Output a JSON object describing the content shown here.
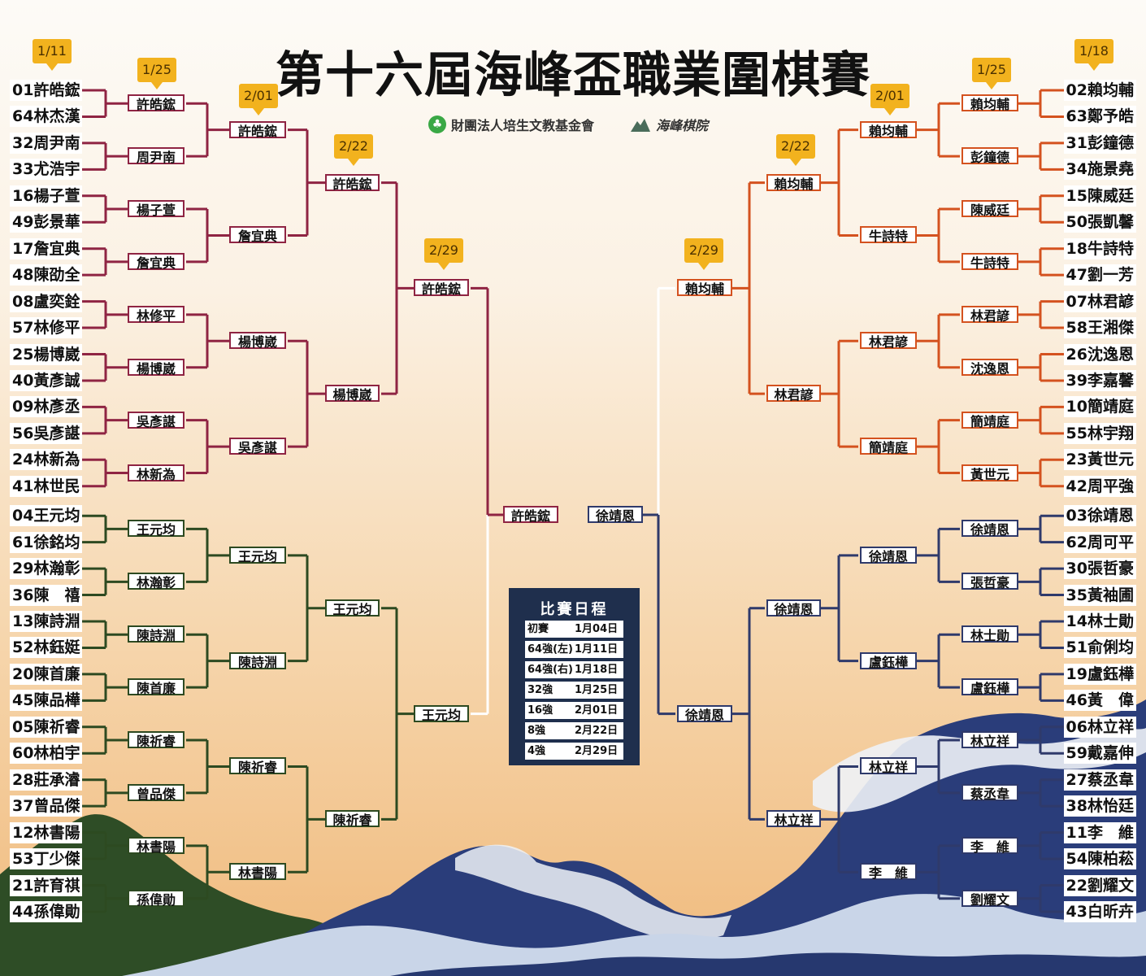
{
  "title": "第十六屆海峰盃職業圍棋賽",
  "sponsors": [
    {
      "name": "財團法人培生文教基金會",
      "icon": "clover-icon"
    },
    {
      "name": "海峰棋院",
      "icon": "mountain-logo-icon"
    }
  ],
  "colors": {
    "top_left": "#8f2443",
    "top_right": "#d4521f",
    "bottom_left": "#2d4a21",
    "bottom_right": "#2f3a6b",
    "champion_path_left": "#8f2443",
    "date_tag": "#f2b21e",
    "schedule_bg": "#1f2f4d"
  },
  "date_tags": {
    "left": [
      "1/11",
      "1/25",
      "2/01",
      "2/22",
      "2/29"
    ],
    "right": [
      "1/18",
      "1/25",
      "2/01",
      "2/22",
      "2/29"
    ]
  },
  "left_players": [
    "01許皓鋐",
    "64林杰漢",
    "32周尹南",
    "33尤浩宇",
    "16楊子萱",
    "49彭景華",
    "17詹宜典",
    "48陳劭全",
    "08盧奕銓",
    "57林修平",
    "25楊博崴",
    "40黃彥誠",
    "09林彥丞",
    "56吳彥諶",
    "24林新為",
    "41林世民",
    "04王元均",
    "61徐銘均",
    "29林瀚彰",
    "36陳　禧",
    "13陳詩淵",
    "52林鈺娗",
    "20陳首廉",
    "45陳品樺",
    "05陳祈睿",
    "60林柏宇",
    "28莊承濬",
    "37曾品傑",
    "12林書陽",
    "53丁少傑",
    "21許育祺",
    "44孫偉勛"
  ],
  "right_players": [
    "02賴均輔",
    "63鄭予皓",
    "31彭鐘德",
    "34施景堯",
    "15陳威廷",
    "50張凱馨",
    "18牛詩特",
    "47劉一芳",
    "07林君諺",
    "58王湘傑",
    "26沈逸恩",
    "39李嘉馨",
    "10簡靖庭",
    "55林宇翔",
    "23黃世元",
    "42周平強",
    "03徐靖恩",
    "62周可平",
    "30張哲豪",
    "35黃袖圃",
    "14林士勛",
    "51俞俐均",
    "19盧鈺樺",
    "46黃　偉",
    "06林立祥",
    "59戴嘉伸",
    "27蔡丞韋",
    "38林怡廷",
    "11李　維",
    "54陳柏菘",
    "22劉耀文",
    "43白昕卉"
  ],
  "left_rounds": {
    "r32": [
      "許皓鋐",
      "周尹南",
      "楊子萱",
      "詹宜典",
      "林修平",
      "楊博崴",
      "吳彥諶",
      "林新為",
      "王元均",
      "林瀚彰",
      "陳詩淵",
      "陳首廉",
      "陳祈睿",
      "曾品傑",
      "林書陽",
      "孫偉勛"
    ],
    "r16": [
      "許皓鋐",
      "詹宜典",
      "楊博崴",
      "吳彥諶",
      "王元均",
      "陳詩淵",
      "陳祈睿",
      "林書陽"
    ],
    "r8": [
      "許皓鋐",
      "楊博崴",
      "王元均",
      "陳祈睿"
    ],
    "r4": [
      "許皓鋐",
      "王元均"
    ],
    "final": "許皓鋐"
  },
  "right_rounds": {
    "r32": [
      "賴均輔",
      "彭鐘德",
      "陳威廷",
      "牛詩特",
      "林君諺",
      "沈逸恩",
      "簡靖庭",
      "黃世元",
      "徐靖恩",
      "張哲豪",
      "林士勛",
      "盧鈺樺",
      "林立祥",
      "蔡丞韋",
      "李　維",
      "劉耀文"
    ],
    "r16": [
      "賴均輔",
      "牛詩特",
      "林君諺",
      "簡靖庭",
      "徐靖恩",
      "盧鈺樺",
      "林立祥",
      "李　維"
    ],
    "r8": [
      "賴均輔",
      "林君諺",
      "徐靖恩",
      "林立祥"
    ],
    "r4": [
      "賴均輔",
      "徐靖恩"
    ],
    "final": "徐靖恩"
  },
  "schedule": {
    "title": "比賽日程",
    "rows": [
      {
        "round": "初賽",
        "date": "1月04日"
      },
      {
        "round": "64強(左)",
        "date": "1月11日"
      },
      {
        "round": "64強(右)",
        "date": "1月18日"
      },
      {
        "round": "32強",
        "date": "1月25日"
      },
      {
        "round": "16強",
        "date": "2月01日"
      },
      {
        "round": "8強",
        "date": "2月22日"
      },
      {
        "round": "4強",
        "date": "2月29日"
      }
    ]
  }
}
